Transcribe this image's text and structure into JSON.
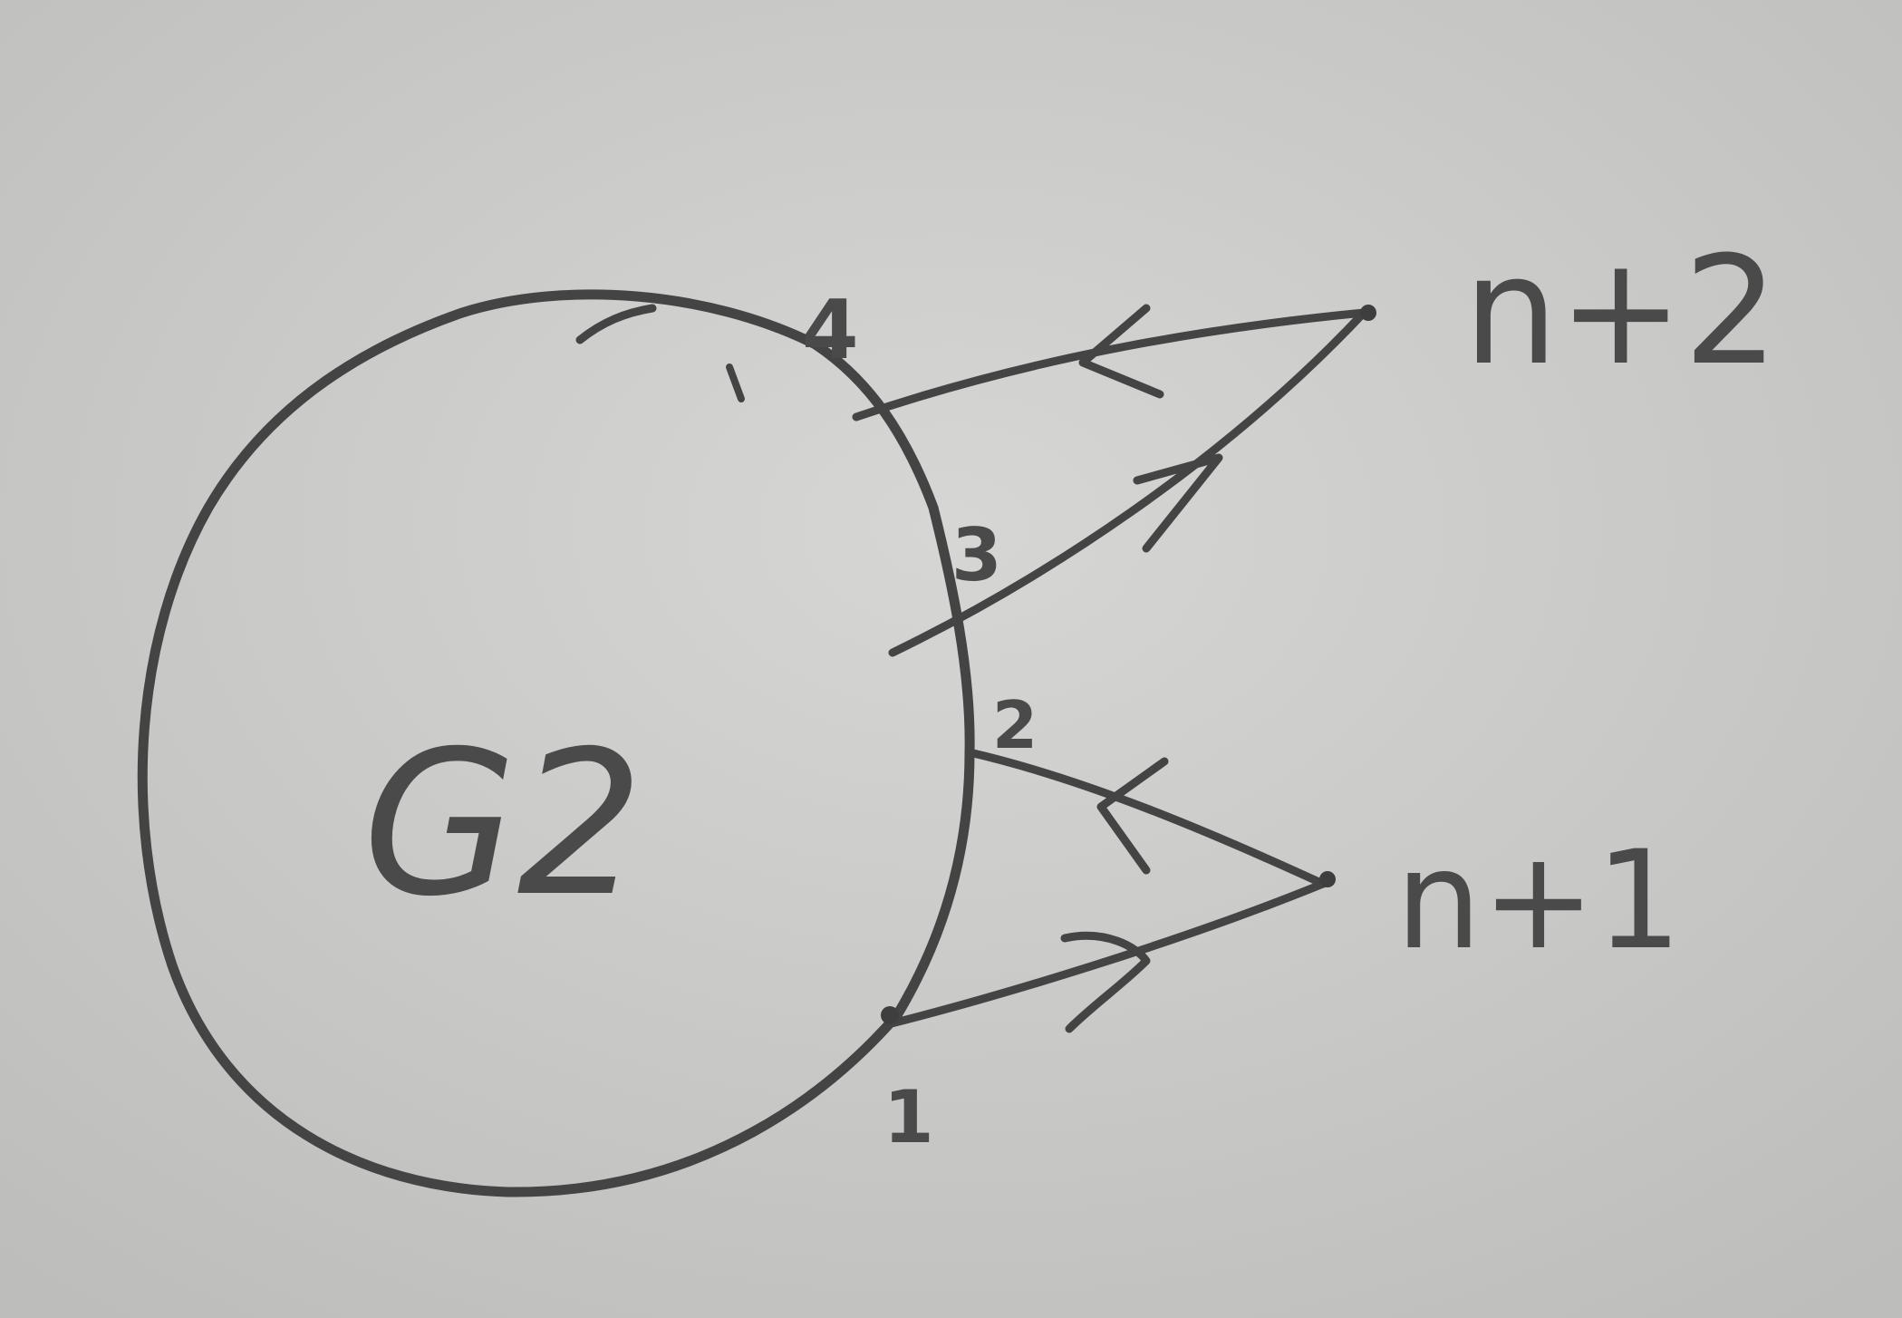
{
  "diagram": {
    "graph_label": "G2",
    "vertex_labels": {
      "v1": "1",
      "v2": "2",
      "v3": "3",
      "v4": "4",
      "n1": "n+1",
      "n2": "n+2"
    },
    "edges": [
      {
        "from": "1",
        "to": "n+1",
        "directed": true
      },
      {
        "from": "n+1",
        "to": "2",
        "directed": true
      },
      {
        "from": "3",
        "to": "n+2",
        "directed": true
      },
      {
        "from": "n+2",
        "to": "4",
        "directed": true
      }
    ],
    "colors": {
      "paper": "#cfcfcd",
      "pencil": "#444444"
    }
  }
}
